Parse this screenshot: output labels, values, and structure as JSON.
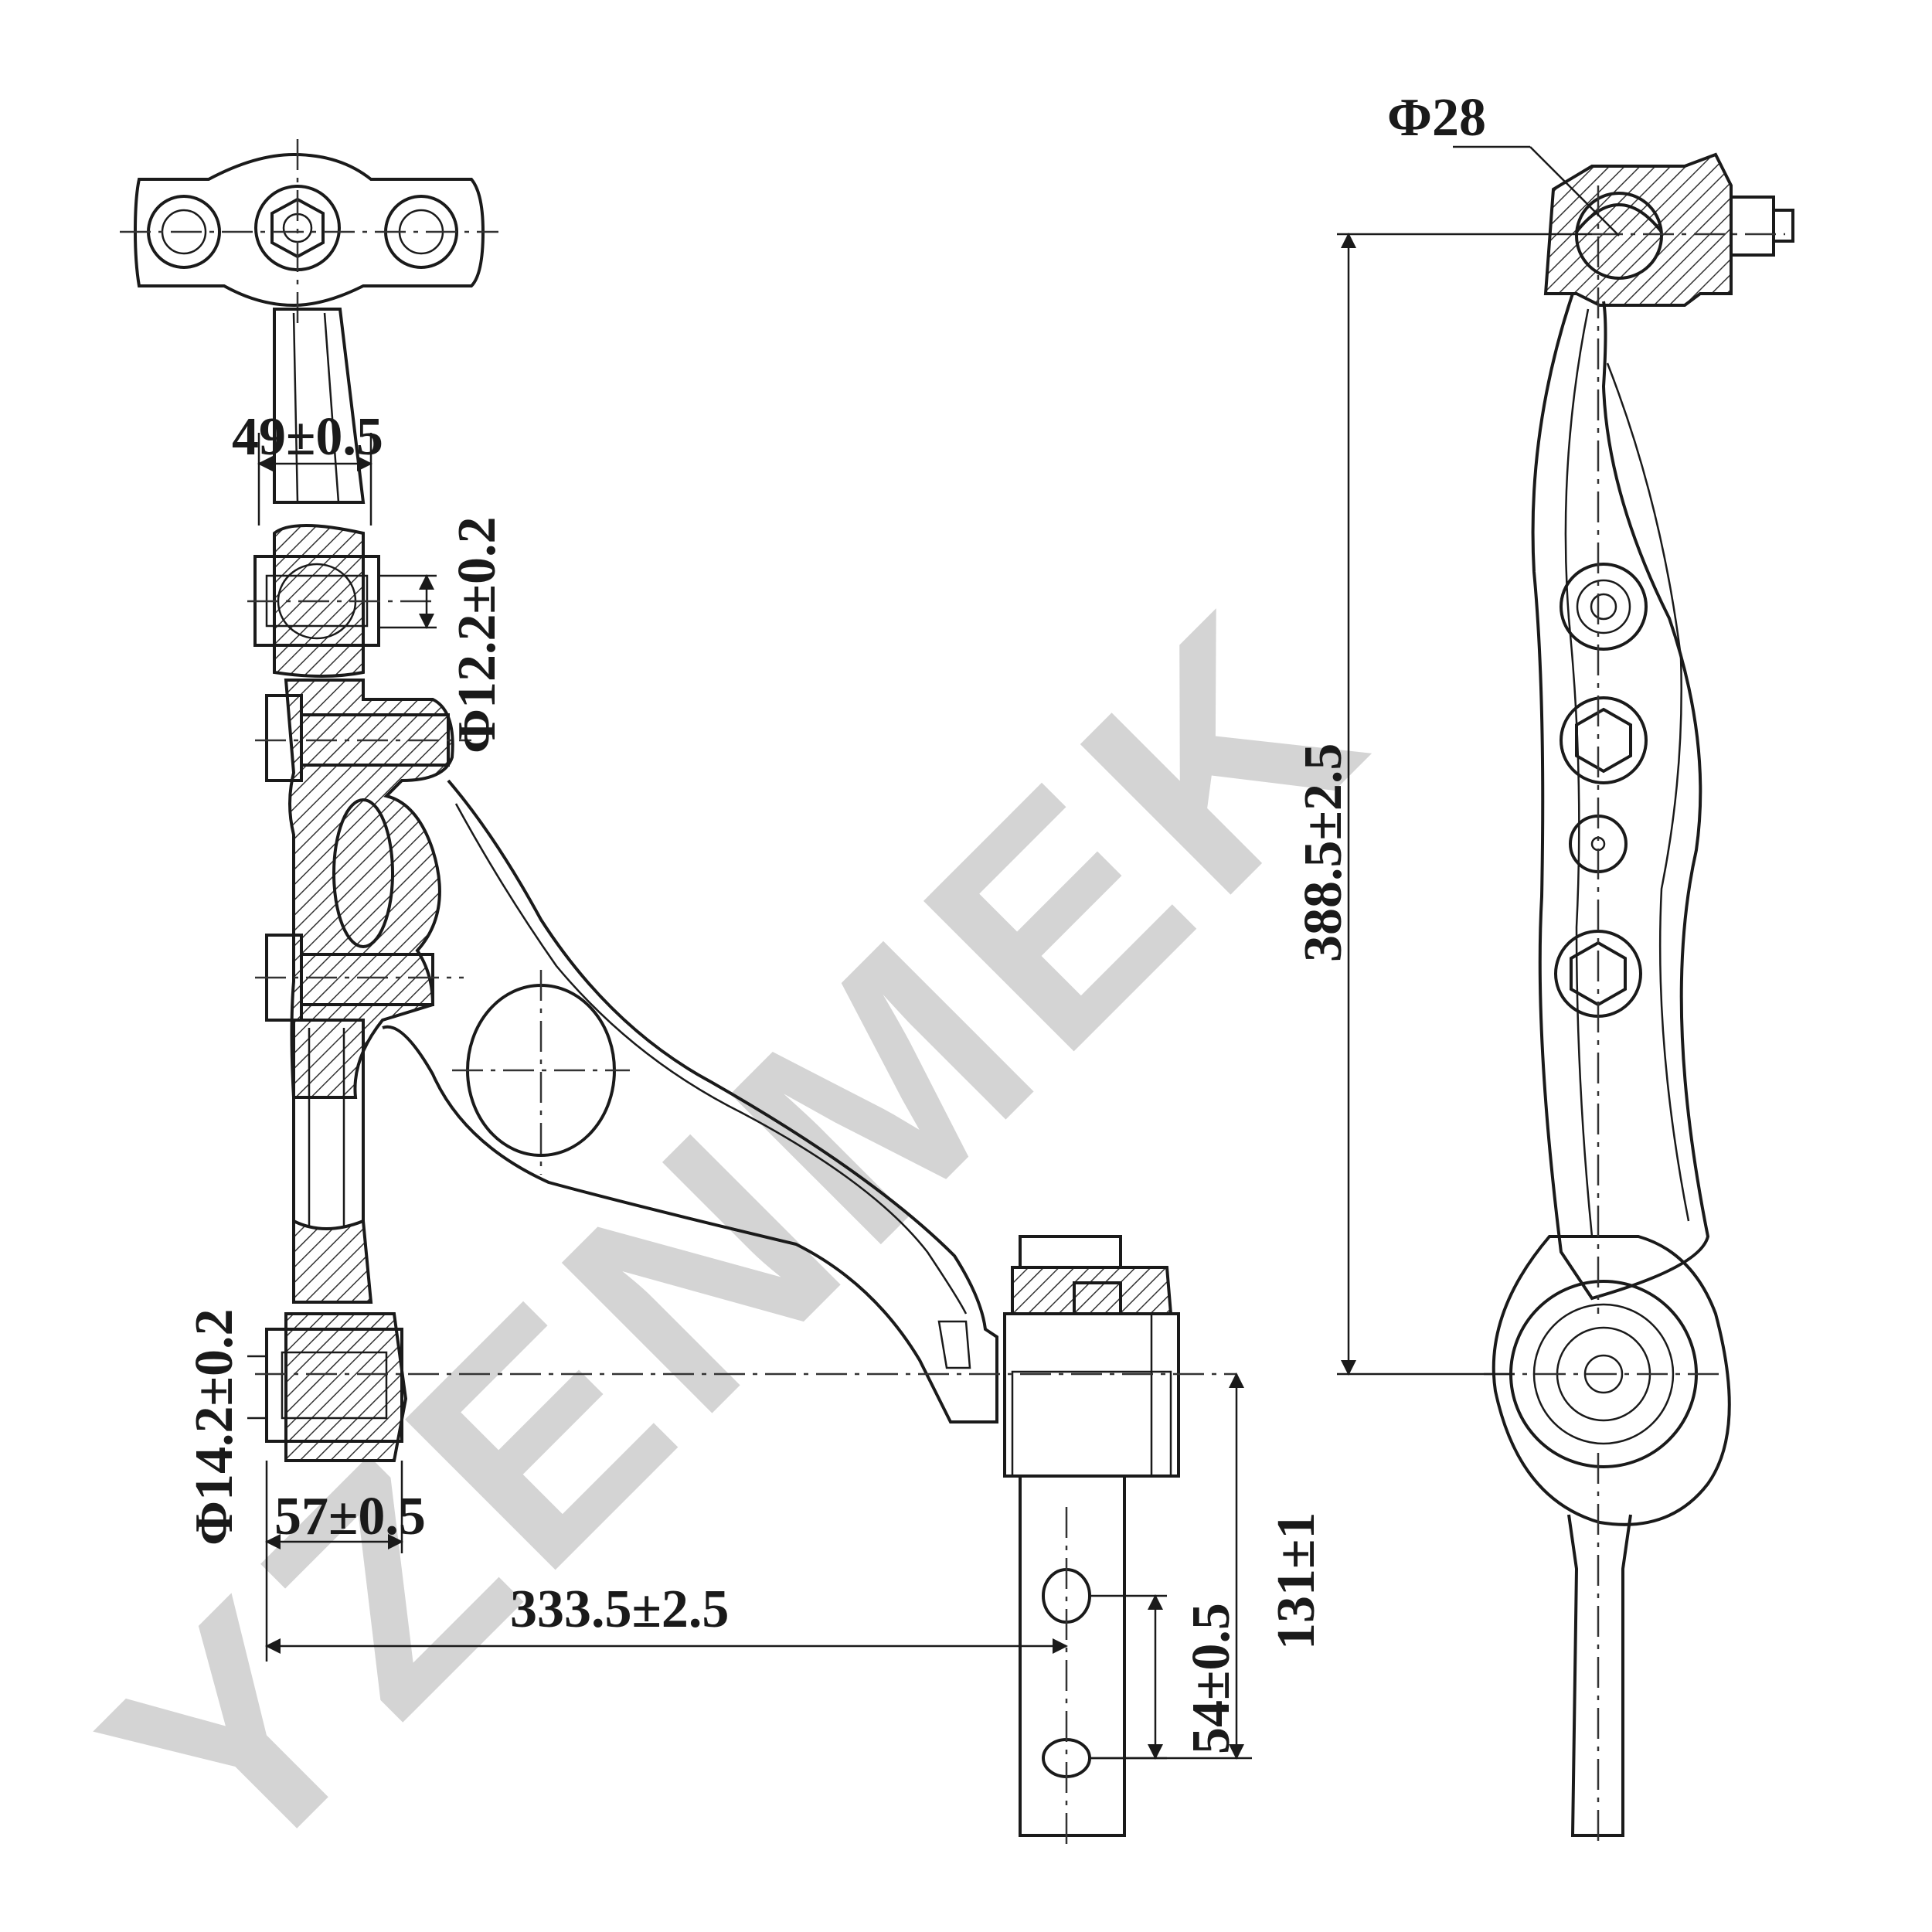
{
  "watermark": {
    "text": "YZENMEK",
    "color": "#d4d4d4"
  },
  "dimensions": {
    "ball_stud_diameter": "Φ28",
    "front_bushing_width": "49±0.5",
    "front_bushing_bore": "Φ12.2±0.2",
    "rear_bushing_bore": "Φ14.2±0.2",
    "rear_bushing_width": "57±0.5",
    "arm_span": "333.5±2.5",
    "hole_spacing": "54±0.5",
    "bracket_offset": "131±1",
    "overall_length": "388.5±2.5"
  },
  "icons": {
    "hex_nut": "hex-nut-icon",
    "bushing": "bushing-icon",
    "ball_joint": "ball-joint-icon"
  }
}
